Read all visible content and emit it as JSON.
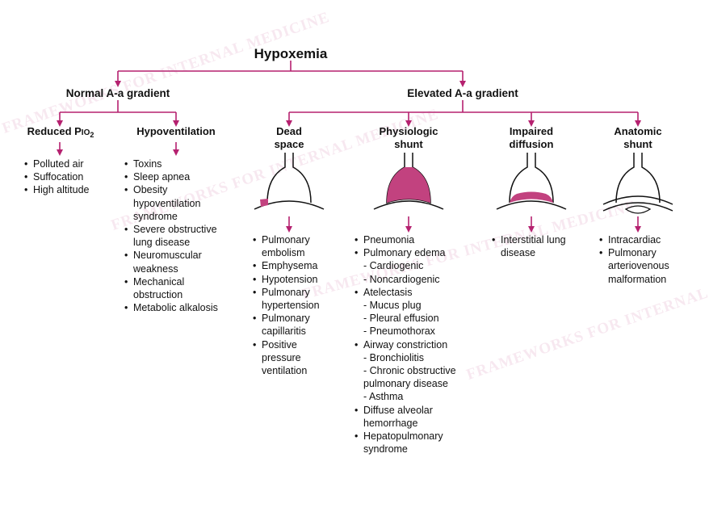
{
  "title": "Hypoxemia",
  "branches": {
    "normal": "Normal A-a gradient",
    "elevated": "Elevated A-a gradient"
  },
  "causes": {
    "reduced_pio2": {
      "label": "Reduced P",
      "sub_text": "IO",
      "sub_num": "2",
      "items": [
        "Polluted air",
        "Suffocation",
        "High altitude"
      ]
    },
    "hypoventilation": {
      "label": "Hypoventilation",
      "items": [
        "Toxins",
        "Sleep apnea",
        "Obesity hypoventilation syndrome",
        "Severe obstructive lung disease",
        "Neuromuscular weakness",
        "Mechanical obstruction",
        "Metabolic alkalosis"
      ]
    },
    "dead_space": {
      "label_1": "Dead",
      "label_2": "space",
      "items": [
        "Pulmonary embolism",
        "Emphysema",
        "Hypotension",
        "Pulmonary hypertension",
        "Pulmonary capillaritis",
        "Positive pressure ventilation"
      ]
    },
    "physiologic_shunt": {
      "label_1": "Physiologic",
      "label_2": "shunt",
      "items": [
        "Pneumonia",
        "Pulmonary edema",
        "- Cardiogenic",
        "- Noncardiogenic",
        "Atelectasis",
        "- Mucus plug",
        "- Pleural effusion",
        "- Pneumothorax",
        "Airway constriction",
        "- Bronchiolitis",
        "- Chronic obstructive pulmonary disease",
        "- Asthma",
        "Diffuse alveolar hemorrhage",
        "Hepatopulmonary syndrome"
      ]
    },
    "impaired_diffusion": {
      "label_1": "Impaired",
      "label_2": "diffusion",
      "items": [
        "Interstitial lung disease"
      ]
    },
    "anatomic_shunt": {
      "label_1": "Anatomic",
      "label_2": "shunt",
      "items": [
        "Intracardiac",
        "Pulmonary arteriovenous malformation"
      ]
    }
  },
  "watermark": "FRAMEWORKS FOR INTERNAL MEDICINE",
  "colors": {
    "accent": "#b5216f",
    "fill": "#c2427f",
    "ink": "#111111"
  }
}
